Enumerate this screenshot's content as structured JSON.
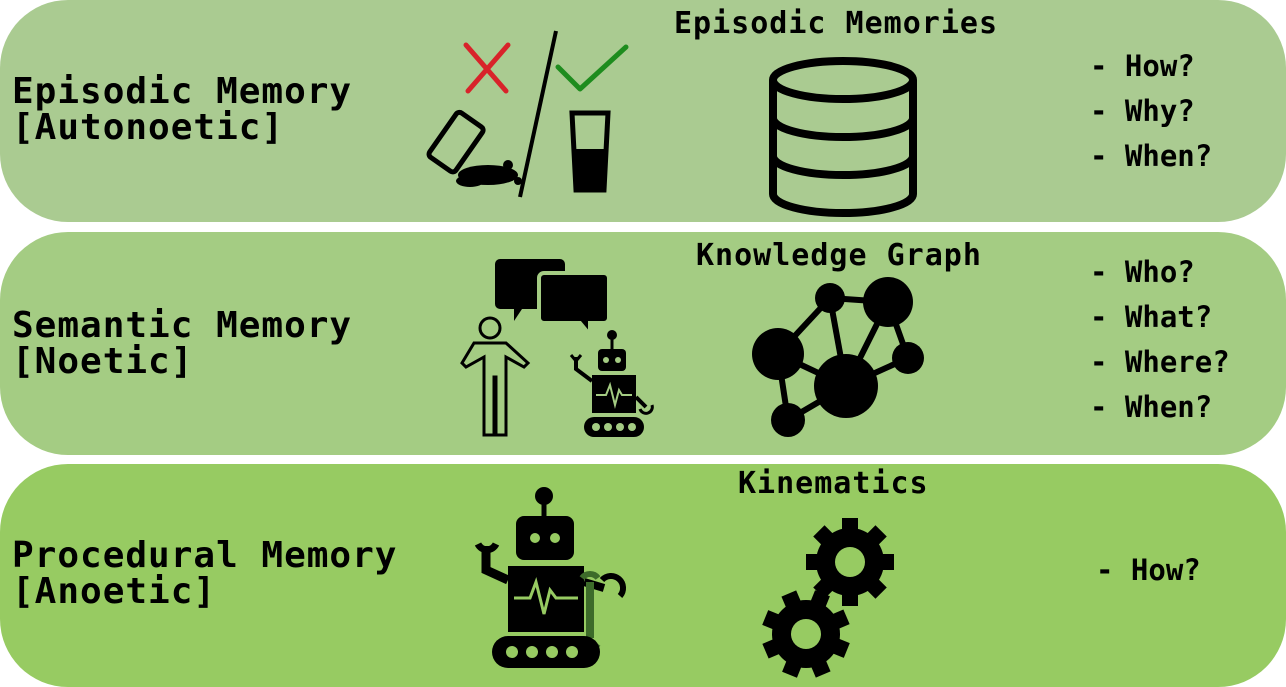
{
  "colors": {
    "band_episodic": "#aacb91",
    "band_semantic": "#a4cc83",
    "band_procedural": "#97cb62",
    "cross": "#d8232a",
    "check": "#1e8c1e",
    "wrench": "#3d6b2a"
  },
  "rows": [
    {
      "title": "Episodic Memory\n[Autonoetic]",
      "heading": "Episodic Memories",
      "icon": "database-icon",
      "questions": [
        "- How?",
        "- Why?",
        "- When?"
      ]
    },
    {
      "title": "Semantic Memory\n[Noetic]",
      "heading": "Knowledge Graph",
      "icon": "knowledge-graph-icon",
      "questions": [
        "- Who?",
        "- What?",
        "- Where?",
        "- When?"
      ]
    },
    {
      "title": "Procedural Memory\n[Anoetic]",
      "heading": "Kinematics",
      "icon": "gears-icon",
      "questions": [
        "- How?"
      ]
    }
  ]
}
